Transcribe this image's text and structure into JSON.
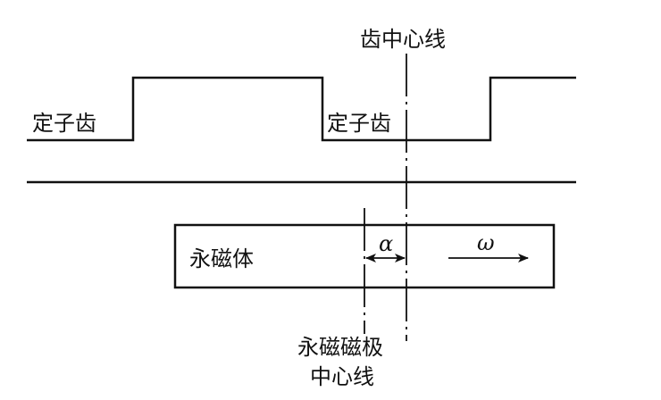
{
  "diagram": {
    "labels": {
      "stator_tooth_left": "定子齿",
      "stator_tooth_right": "定子齿",
      "tooth_centerline": "齿中心线",
      "permanent_magnet": "永磁体",
      "pm_pole_centerline_line1": "永磁磁极",
      "pm_pole_centerline_line2": "中心线",
      "angle_symbol": "α",
      "rotation_symbol": "ω"
    },
    "elements": [
      "stator tooth profile (square wave)",
      "air-gap reference line",
      "permanent magnet block",
      "tooth centerline (dash-dot)",
      "PM pole centerline (dash-dot)",
      "angle α dimension arrow",
      "rotation direction ω arrow"
    ],
    "colors": {
      "stroke": "#111111",
      "background": "#ffffff"
    }
  }
}
